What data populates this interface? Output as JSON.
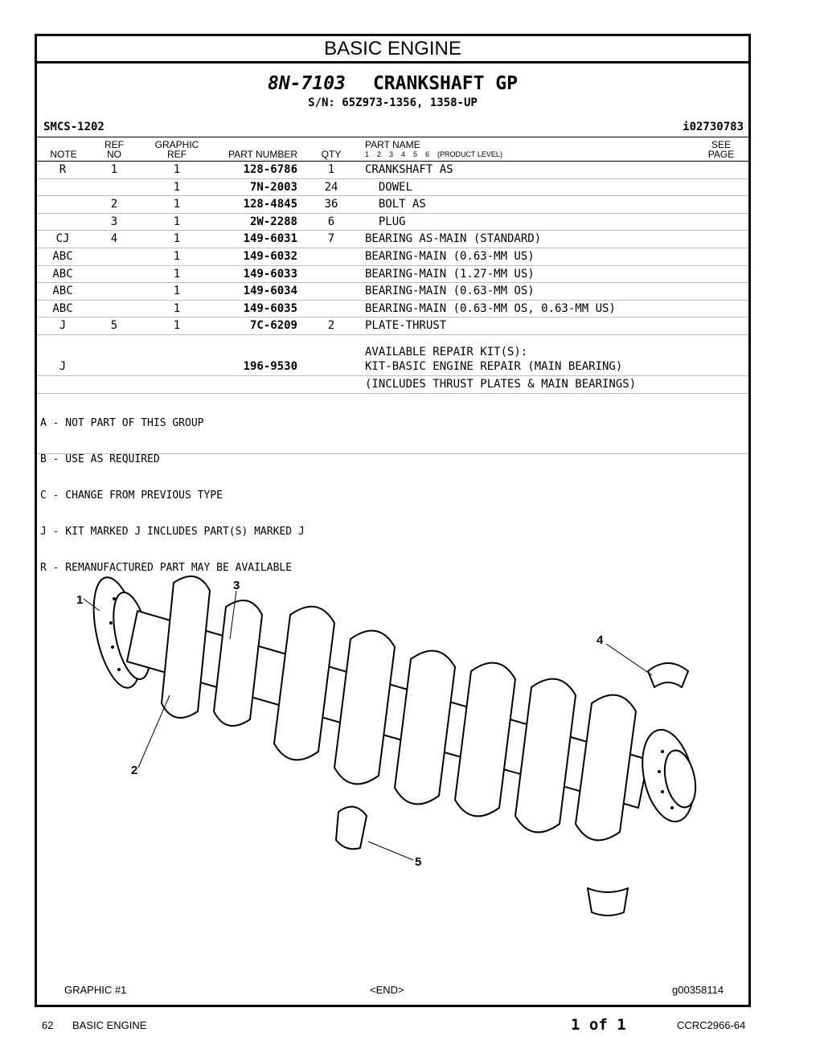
{
  "section": "BASIC ENGINE",
  "group": {
    "serial_part": "8N-7103",
    "name": "CRANKSHAFT GP",
    "sn": "S/N: 65Z973-1356, 1358-UP"
  },
  "smcs": "SMCS-1202",
  "ident": "i02730783",
  "headers": {
    "note": "NOTE",
    "ref_no_top": "REF",
    "ref_no_bottom": "NO",
    "graphic_ref_top": "GRAPHIC",
    "graphic_ref_bottom": "REF",
    "part_number": "PART NUMBER",
    "qty": "QTY",
    "part_name": "PART NAME",
    "product_level": "1    2    3    4    5    6    (PRODUCT LEVEL)",
    "see_top": "SEE",
    "see_bottom": "PAGE"
  },
  "rows": [
    {
      "note": "R",
      "ref": "1",
      "gref": "1",
      "pn": "128-6786",
      "qty": "1",
      "name": "CRANKSHAFT AS"
    },
    {
      "note": "",
      "ref": "",
      "gref": "1",
      "pn": "7N-2003",
      "qty": "24",
      "name": "  DOWEL"
    },
    {
      "note": "",
      "ref": "2",
      "gref": "1",
      "pn": "128-4845",
      "qty": "36",
      "name": "  BOLT AS"
    },
    {
      "note": "",
      "ref": "3",
      "gref": "1",
      "pn": "2W-2288",
      "qty": "6",
      "name": "  PLUG"
    },
    {
      "note": "CJ",
      "ref": "4",
      "gref": "1",
      "pn": "149-6031",
      "qty": "7",
      "name": "BEARING AS-MAIN (STANDARD)"
    },
    {
      "note": "ABC",
      "ref": "",
      "gref": "1",
      "pn": "149-6032",
      "qty": "",
      "name": "BEARING-MAIN (0.63-MM US)"
    },
    {
      "note": "ABC",
      "ref": "",
      "gref": "1",
      "pn": "149-6033",
      "qty": "",
      "name": "BEARING-MAIN (1.27-MM US)"
    },
    {
      "note": "ABC",
      "ref": "",
      "gref": "1",
      "pn": "149-6034",
      "qty": "",
      "name": "BEARING-MAIN (0.63-MM OS)"
    },
    {
      "note": "ABC",
      "ref": "",
      "gref": "1",
      "pn": "149-6035",
      "qty": "",
      "name": "BEARING-MAIN (0.63-MM OS, 0.63-MM US)"
    },
    {
      "note": "J",
      "ref": "5",
      "gref": "1",
      "pn": "7C-6209",
      "qty": "2",
      "name": "PLATE-THRUST"
    }
  ],
  "kit": {
    "heading": "AVAILABLE REPAIR KIT(S):",
    "note": "J",
    "pn": "196-9530",
    "name": "KIT-BASIC ENGINE REPAIR (MAIN BEARING)",
    "includes": "(INCLUDES THRUST PLATES & MAIN BEARINGS)"
  },
  "notes": [
    "A - NOT PART OF THIS GROUP",
    "B - USE AS REQUIRED",
    "C - CHANGE FROM PREVIOUS TYPE",
    "J - KIT MARKED J INCLUDES PART(S) MARKED J",
    "R - REMANUFACTURED PART MAY BE AVAILABLE"
  ],
  "illustration": {
    "callouts": [
      "1",
      "2",
      "3",
      "4",
      "5"
    ]
  },
  "graphic_footer": {
    "label": "GRAPHIC #1",
    "end": "<END>",
    "id": "g00358114"
  },
  "page_footer": {
    "page_no": "62",
    "section": "BASIC ENGINE",
    "of": "1 of 1",
    "doc": "CCRC2966-64"
  }
}
